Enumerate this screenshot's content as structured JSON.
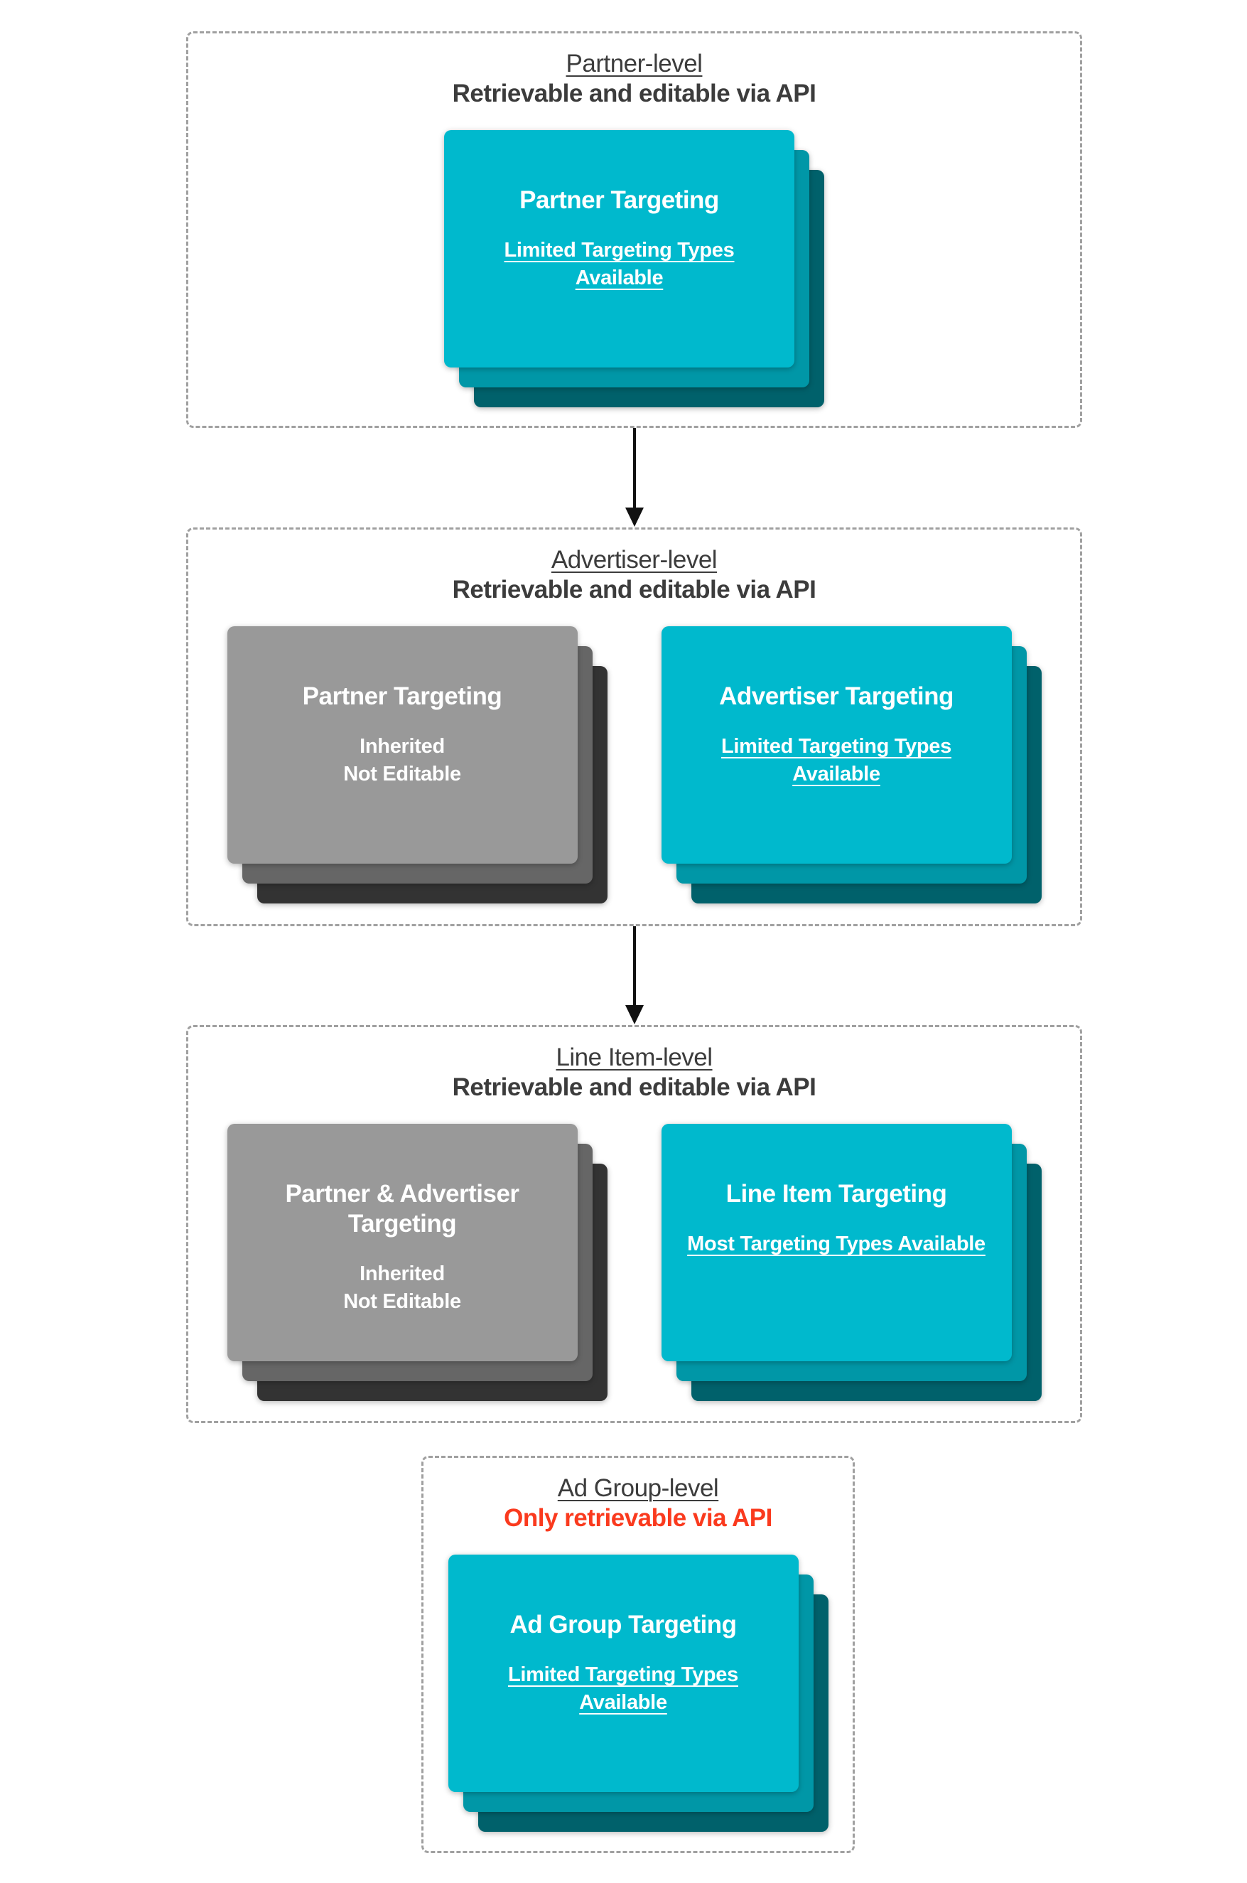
{
  "palette": {
    "teal_front": "#00b9cd",
    "teal_mid": "#0097a7",
    "teal_back": "#00616b",
    "gray_front": "#999999",
    "gray_mid": "#666666",
    "gray_back": "#333333",
    "heading_text": "#3c3c3c",
    "red_text": "#fa3a1e",
    "dashed_border": "#a0a0a0",
    "arrow_color": "#111111"
  },
  "sections": [
    {
      "title": "Partner-level",
      "subtitle": "Retrievable and editable via API",
      "cards": [
        {
          "variant": "teal",
          "title": "Partner Targeting",
          "subtitle": "Limited Targeting Types Available"
        }
      ]
    },
    {
      "title": "Advertiser-level",
      "subtitle": "Retrievable and editable via API",
      "cards": [
        {
          "variant": "gray",
          "title": "Partner Targeting",
          "subtitle_line1": "Inherited",
          "subtitle_line2": "Not Editable"
        },
        {
          "variant": "teal",
          "title": "Advertiser Targeting",
          "subtitle": "Limited Targeting Types Available"
        }
      ]
    },
    {
      "title": "Line Item-level",
      "subtitle": "Retrievable and editable via API",
      "cards": [
        {
          "variant": "gray",
          "title": "Partner & Advertiser Targeting",
          "subtitle_line1": "Inherited",
          "subtitle_line2": "Not Editable"
        },
        {
          "variant": "teal",
          "title": "Line Item Targeting",
          "subtitle": "Most Targeting Types Available"
        }
      ]
    },
    {
      "title": "Ad Group-level",
      "subtitle": "Only retrievable via API",
      "cards": [
        {
          "variant": "teal",
          "title": "Ad Group Targeting",
          "subtitle": "Limited Targeting Types Available"
        }
      ]
    }
  ]
}
